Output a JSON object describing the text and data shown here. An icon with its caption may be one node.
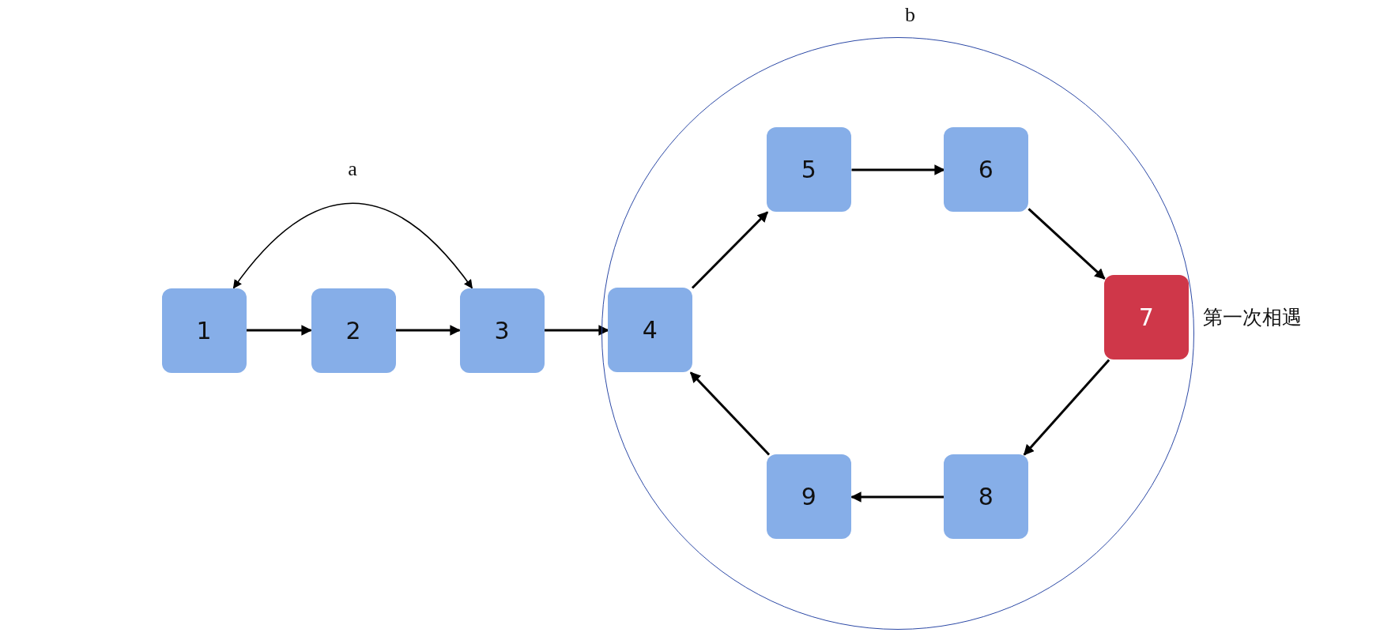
{
  "diagram": {
    "nodes": [
      {
        "text": [
          "1"
        ]
      },
      {
        "text": [
          "2"
        ]
      },
      {
        "text": [
          "3"
        ]
      },
      {
        "text": [
          "b"
        ]
      },
      {
        "text": [
          "4"
        ],
        "in": 3
      },
      {
        "text": [
          "5"
        ],
        "in": 3
      },
      {
        "text": [
          "6"
        ],
        "in": 3
      },
      {
        "text": [
          "7"
        ],
        "beside": [
          "第一次相遇"
        ],
        "in": 3
      },
      {
        "text": [
          "8"
        ],
        "in": 3
      },
      {
        "text": [
          "9"
        ],
        "in": 3
      }
    ],
    "edges": [
      {
        "from": 0,
        "to": 1,
        "arrow": "to"
      },
      {
        "from": 1,
        "to": 2,
        "arrow": "to"
      },
      {
        "from": 2,
        "to": 4,
        "arrow": "to"
      },
      {
        "from": 4,
        "to": 5,
        "arrow": "to"
      },
      {
        "from": 5,
        "to": 6,
        "arrow": "to"
      },
      {
        "from": 6,
        "to": 7,
        "arrow": "to"
      },
      {
        "from": 7,
        "to": 8,
        "arrow": "to"
      },
      {
        "from": 8,
        "to": 9,
        "arrow": "to"
      },
      {
        "from": 9,
        "to": 4,
        "arrow": "to"
      },
      {
        "from": 0,
        "to": 2,
        "label": "a",
        "arrow": "both"
      }
    ]
  }
}
